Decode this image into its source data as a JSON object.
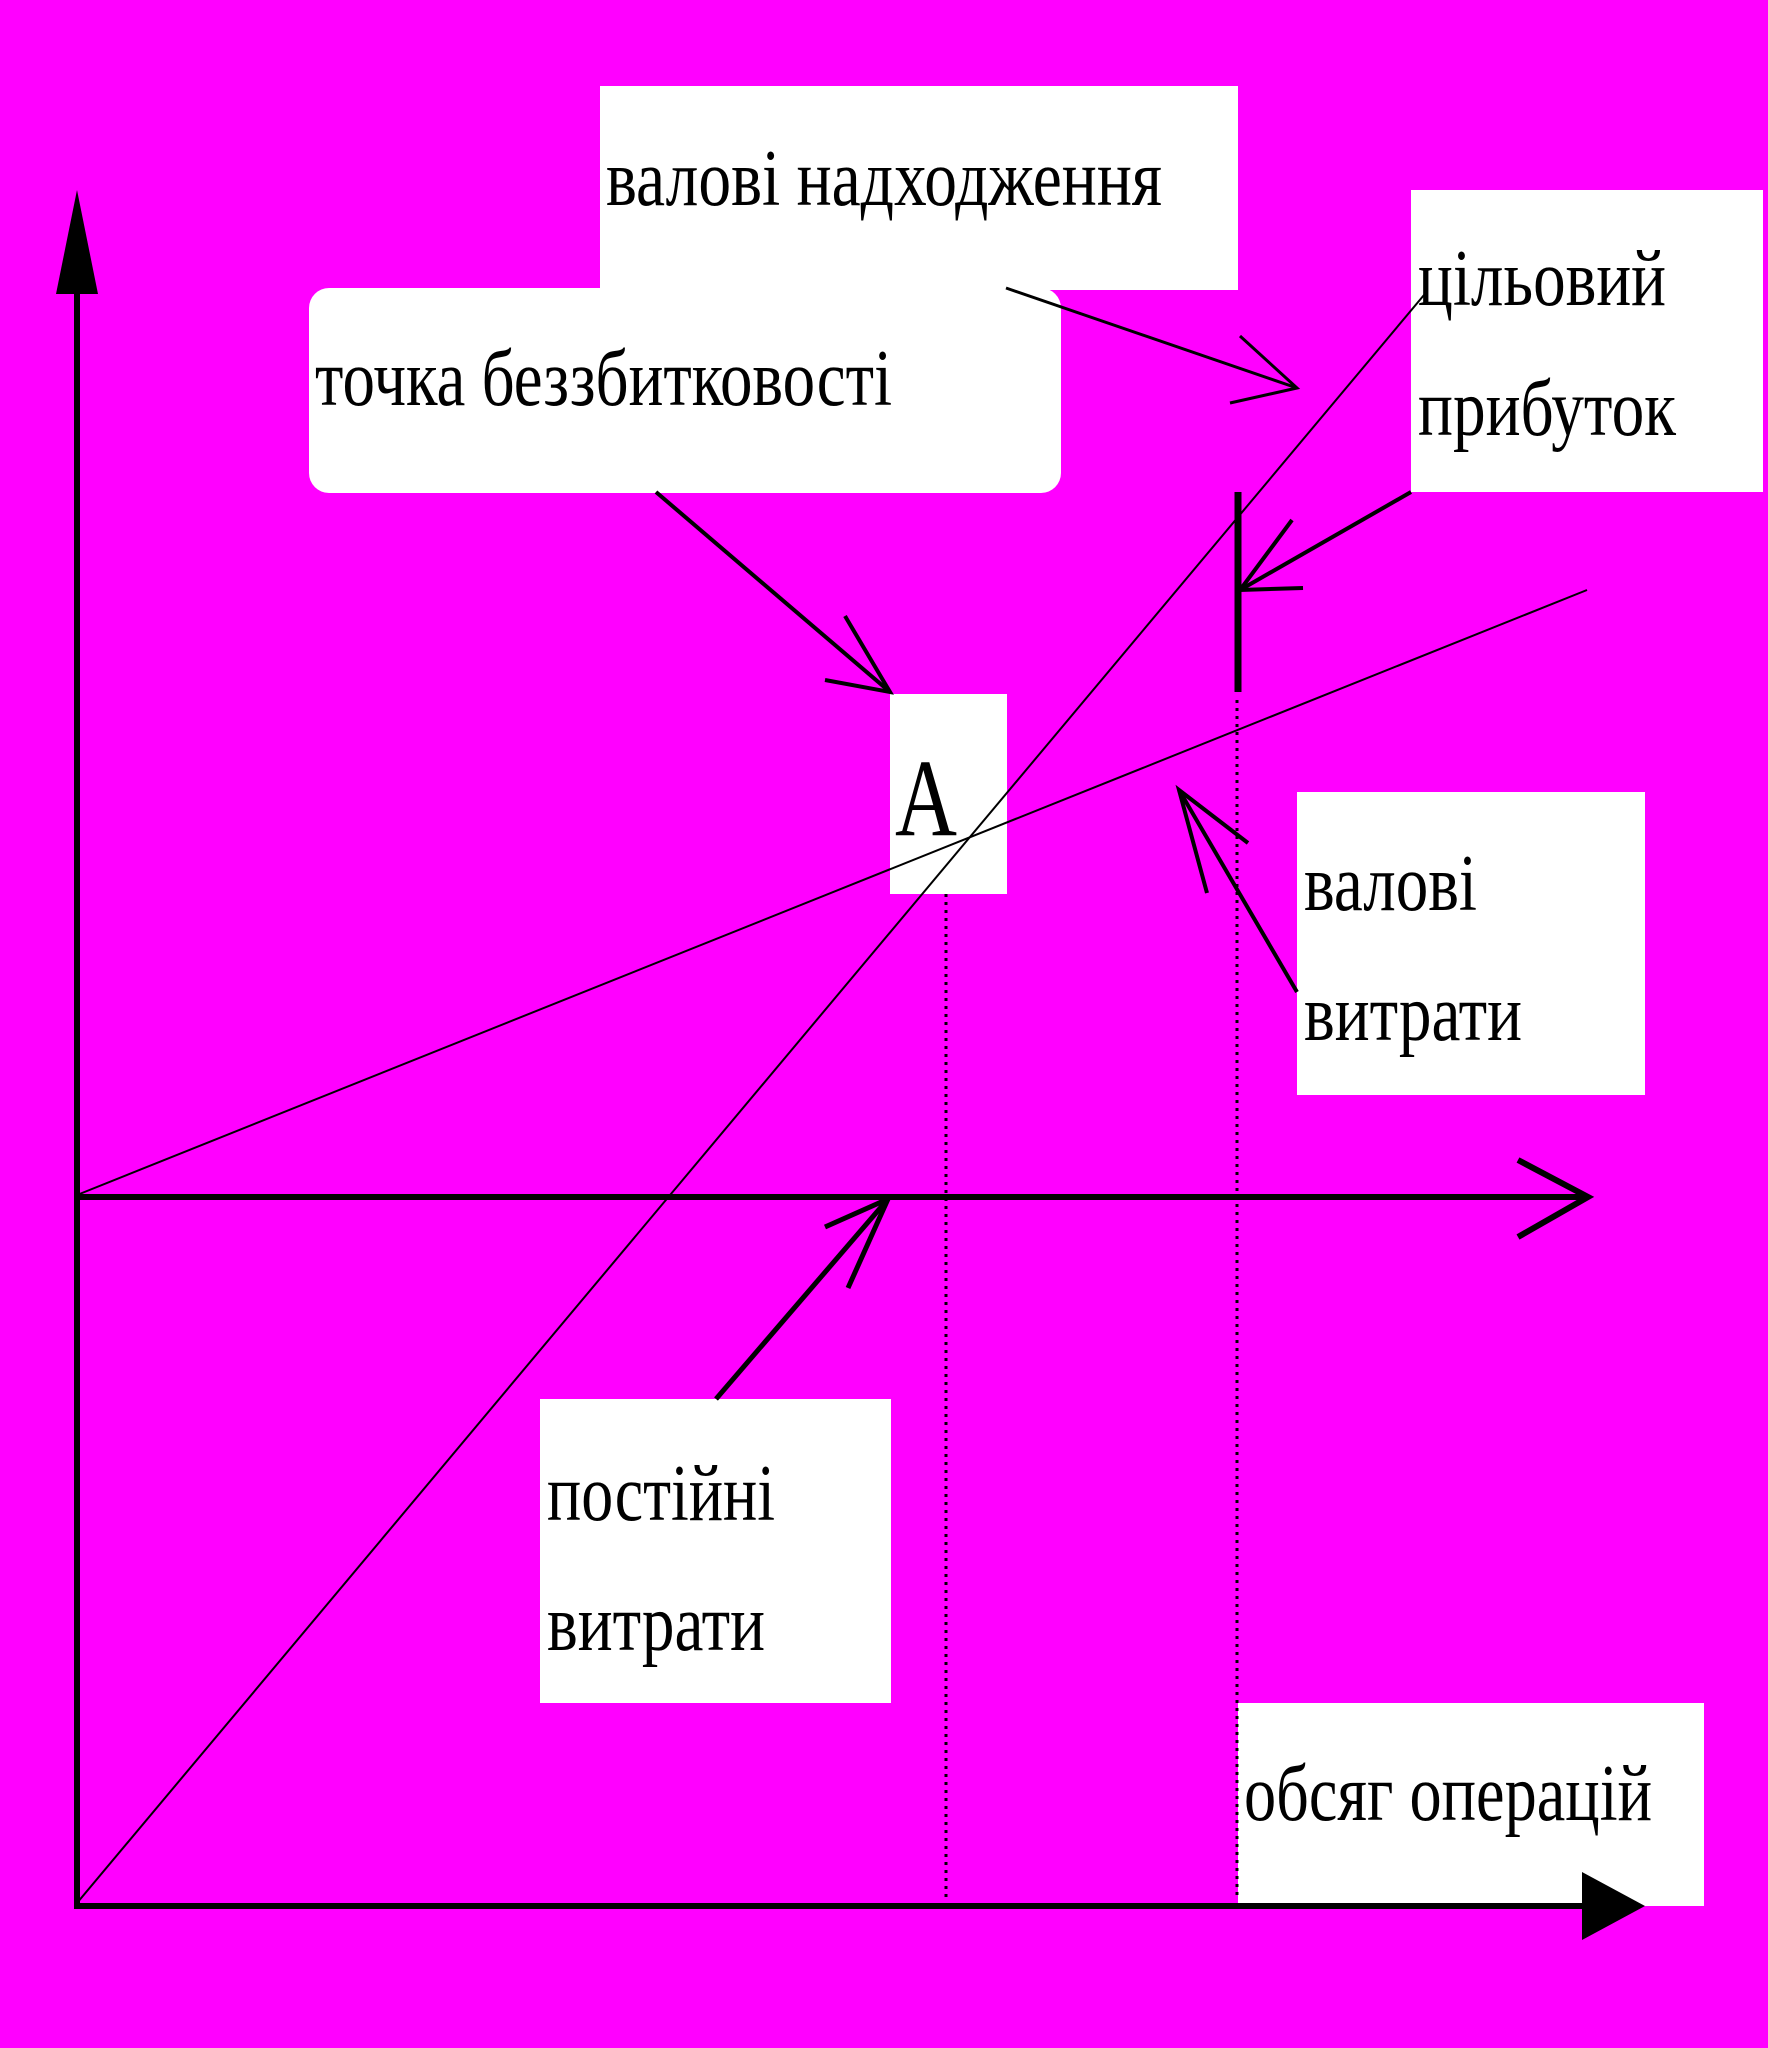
{
  "colors": {
    "background": "#FF00FF",
    "frame": "#000000",
    "line": "#000000",
    "label_box": "#FFFFFF"
  },
  "labels": {
    "gross_revenue": "валові надходження",
    "target_profit_line1": "цільовий",
    "target_profit_line2": "прибуток",
    "breakeven_point": "точка беззбитковості",
    "point_a": "А",
    "gross_costs_line1": "валові",
    "gross_costs_line2": "витрати",
    "fixed_costs_line1": "постійні",
    "fixed_costs_line2": "витрати",
    "volume_axis": "обсяг операцій"
  }
}
